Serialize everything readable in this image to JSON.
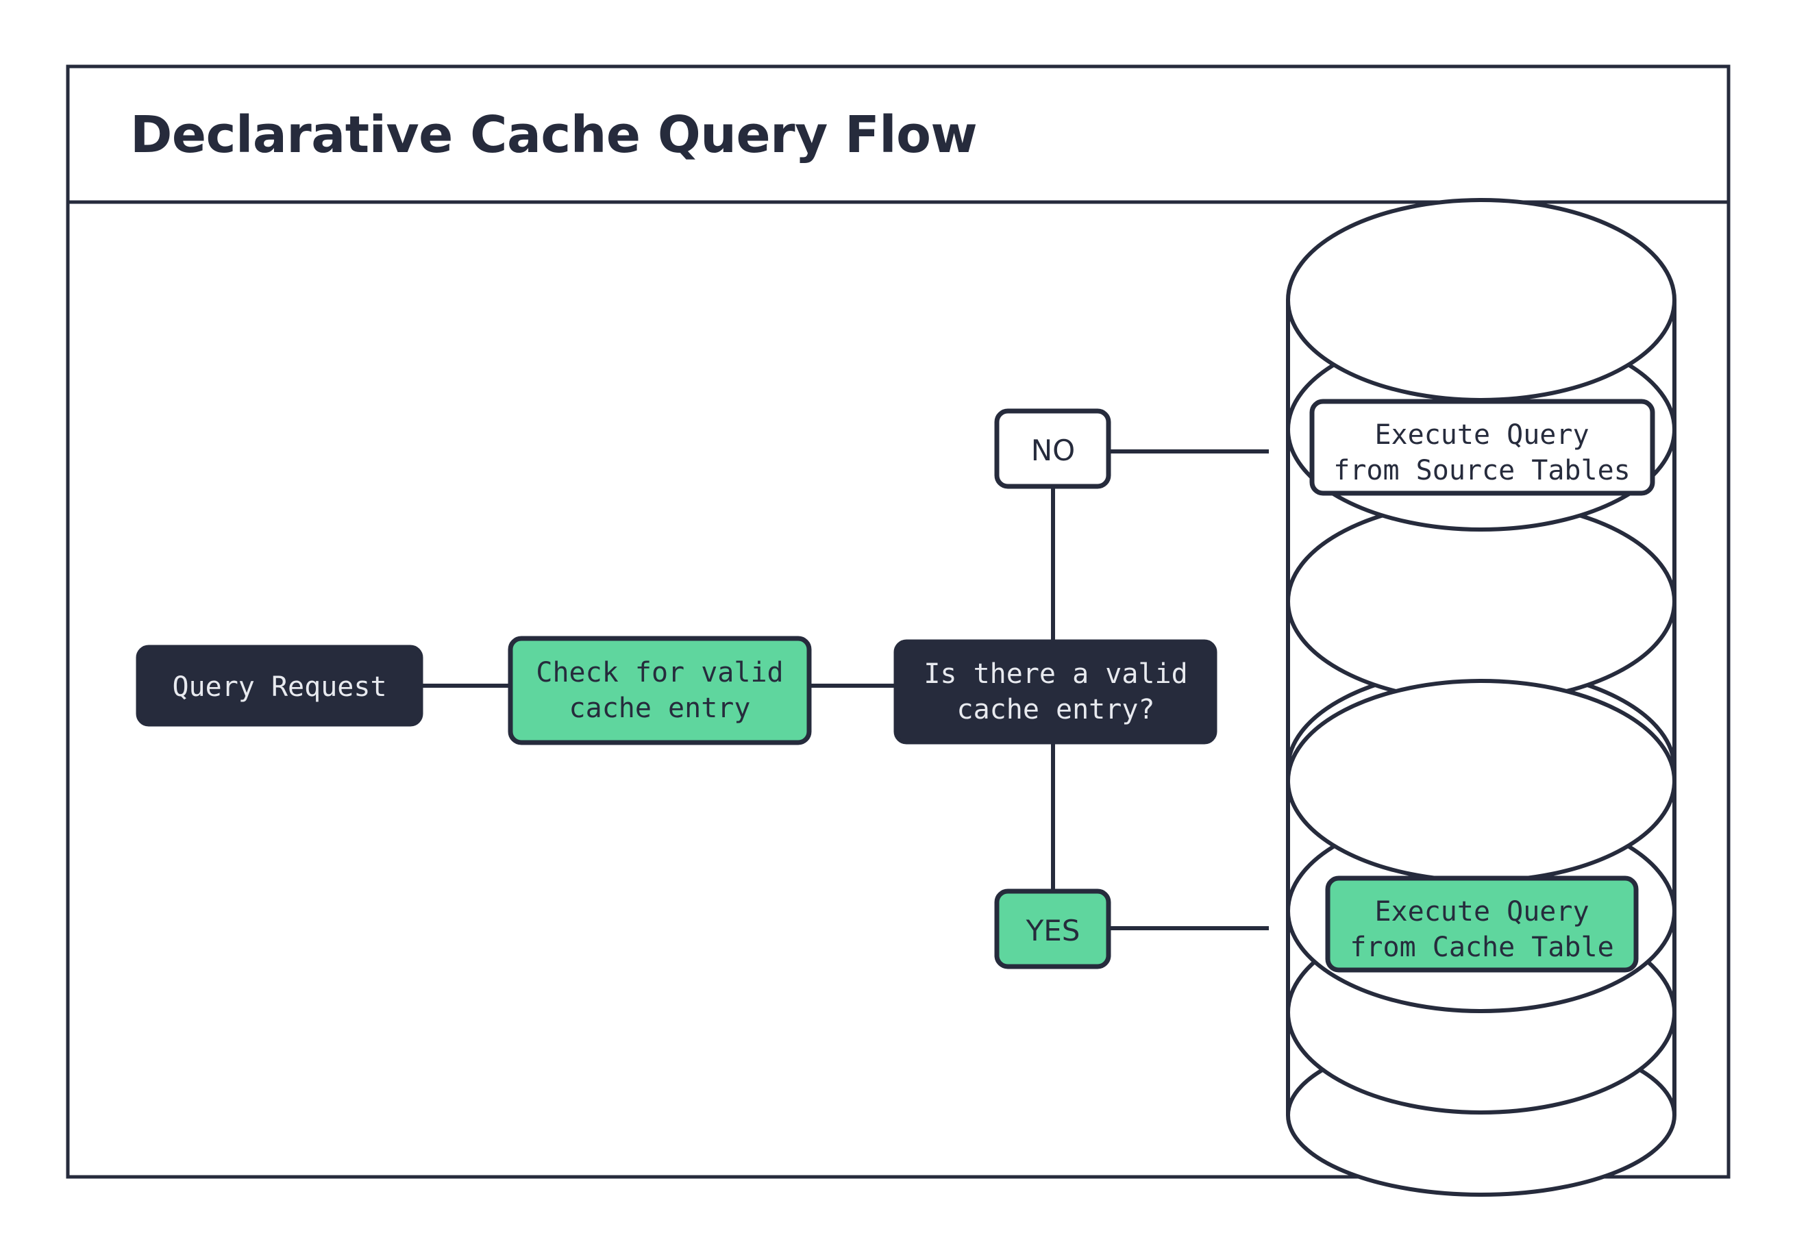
{
  "frame": {
    "title": "Declarative Cache Query Flow"
  },
  "nodes": {
    "start": {
      "label": "Query Request",
      "style": "dark"
    },
    "check": {
      "line1": "Check for valid",
      "line2": "cache entry",
      "style": "green"
    },
    "decision": {
      "line1": "Is there a valid",
      "line2": "cache entry?",
      "style": "dark"
    },
    "branch_no": {
      "label": "NO",
      "style": "white"
    },
    "branch_yes": {
      "label": "YES",
      "style": "green"
    },
    "source_db": {
      "line1": "Execute Query",
      "line2": "from Source Tables",
      "style": "white",
      "shape": "database-cylinder"
    },
    "cache_db": {
      "line1": "Execute Query",
      "line2": "from Cache Table",
      "style": "green",
      "shape": "database-cylinder"
    }
  },
  "colors": {
    "ink": "#262b3c",
    "green": "#5fd69e",
    "white": "#ffffff",
    "text_on_dark": "#e8eaef"
  }
}
